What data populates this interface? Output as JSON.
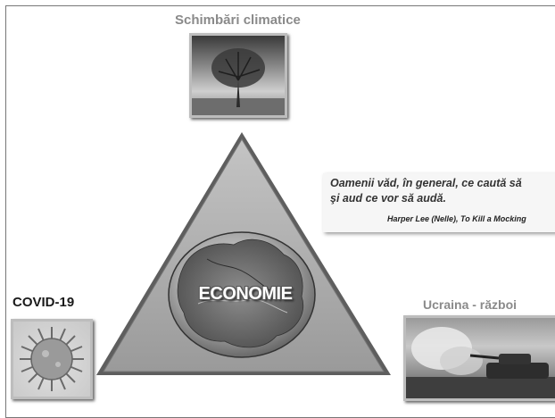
{
  "diagram": {
    "top_label": "Schimbări climatice",
    "left_label": "COVID-19",
    "right_label": "Ucraina - război",
    "center_label": "ECONOMIE"
  },
  "quote": {
    "line1": "Oamenii văd, în general, ce caută să",
    "line2": "şi aud ce vor să audă.",
    "author": "Harper Lee (Nelle), To Kill a Mocking"
  },
  "images": {
    "top": "climate-tree-photo",
    "left": "coronavirus-illustration",
    "right": "tank-explosion-photo",
    "center": "romania-relief-map-globe"
  },
  "colors": {
    "triangle_fill": "#a6a6a6",
    "triangle_edge": "#555555",
    "label_gray": "#8a8a8a"
  }
}
